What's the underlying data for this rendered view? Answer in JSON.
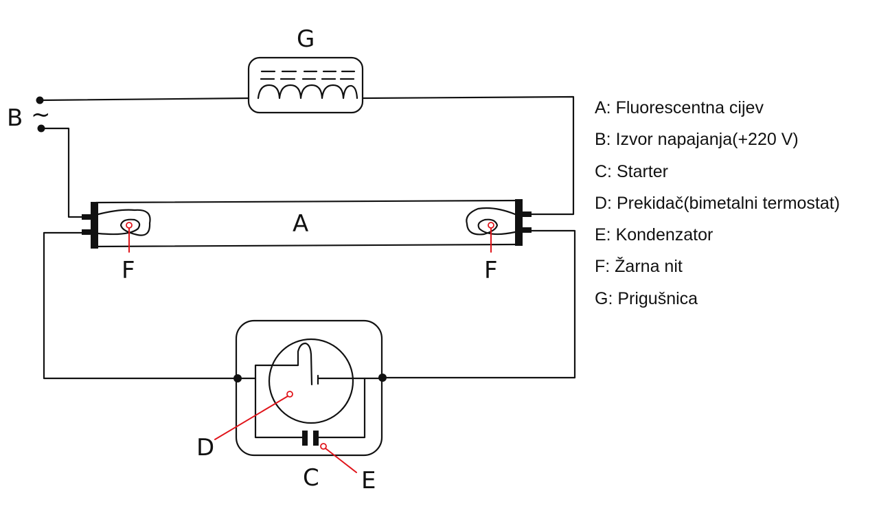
{
  "diagram": {
    "labels": {
      "A": "A",
      "B": "B",
      "tilde": "~",
      "C": "C",
      "D": "D",
      "E": "E",
      "F_left": "F",
      "F_right": "F",
      "G": "G"
    },
    "colors": {
      "wire": "#111111",
      "callout": "#e0141a",
      "background": "#ffffff"
    }
  },
  "legend": {
    "items": [
      "A: Fluorescentna cijev",
      "B: Izvor napajanja(+220 V)",
      "C: Starter",
      "D: Prekidač(bimetalni termostat)",
      "E: Kondenzator",
      "F: Žarna nit",
      "G: Prigušnica"
    ]
  }
}
